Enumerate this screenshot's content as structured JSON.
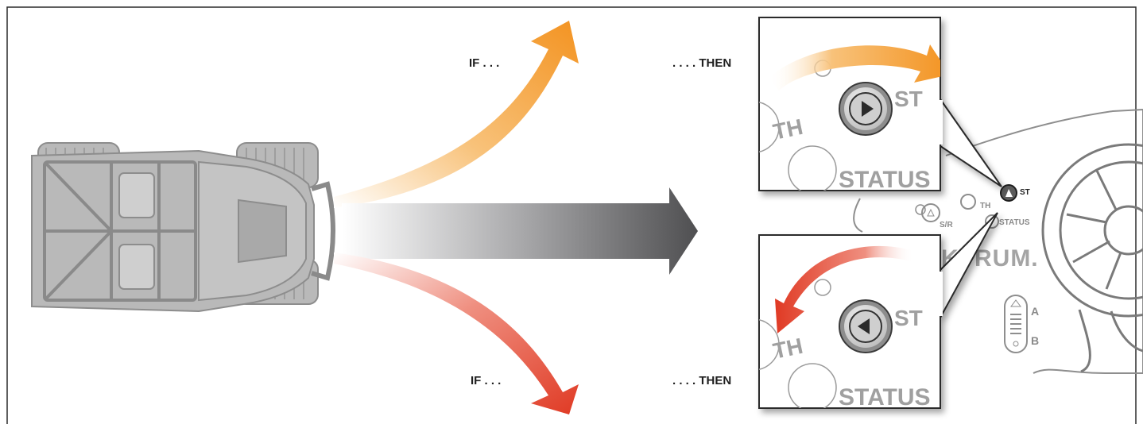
{
  "labels": {
    "if_top": "IF . . .",
    "then_top": ". . . . THEN",
    "if_bottom": "IF . . .",
    "then_bottom": ". . . . THEN"
  },
  "zoom_top": {
    "th": "TH",
    "st": "ST",
    "status": "STATUS"
  },
  "zoom_bottom": {
    "th": "TH",
    "st": "ST",
    "status": "STATUS"
  },
  "transmitter": {
    "st": "ST",
    "sr": "S/R",
    "th": "TH",
    "status": "STATUS",
    "brand": "KTRUM.",
    "switch_a": "A",
    "switch_b": "B"
  },
  "colors": {
    "orange": "#f39321",
    "red": "#e03a24",
    "gray_dark": "#555555",
    "vehicle": "#b9b9b9",
    "outline": "#6f6f6f"
  }
}
